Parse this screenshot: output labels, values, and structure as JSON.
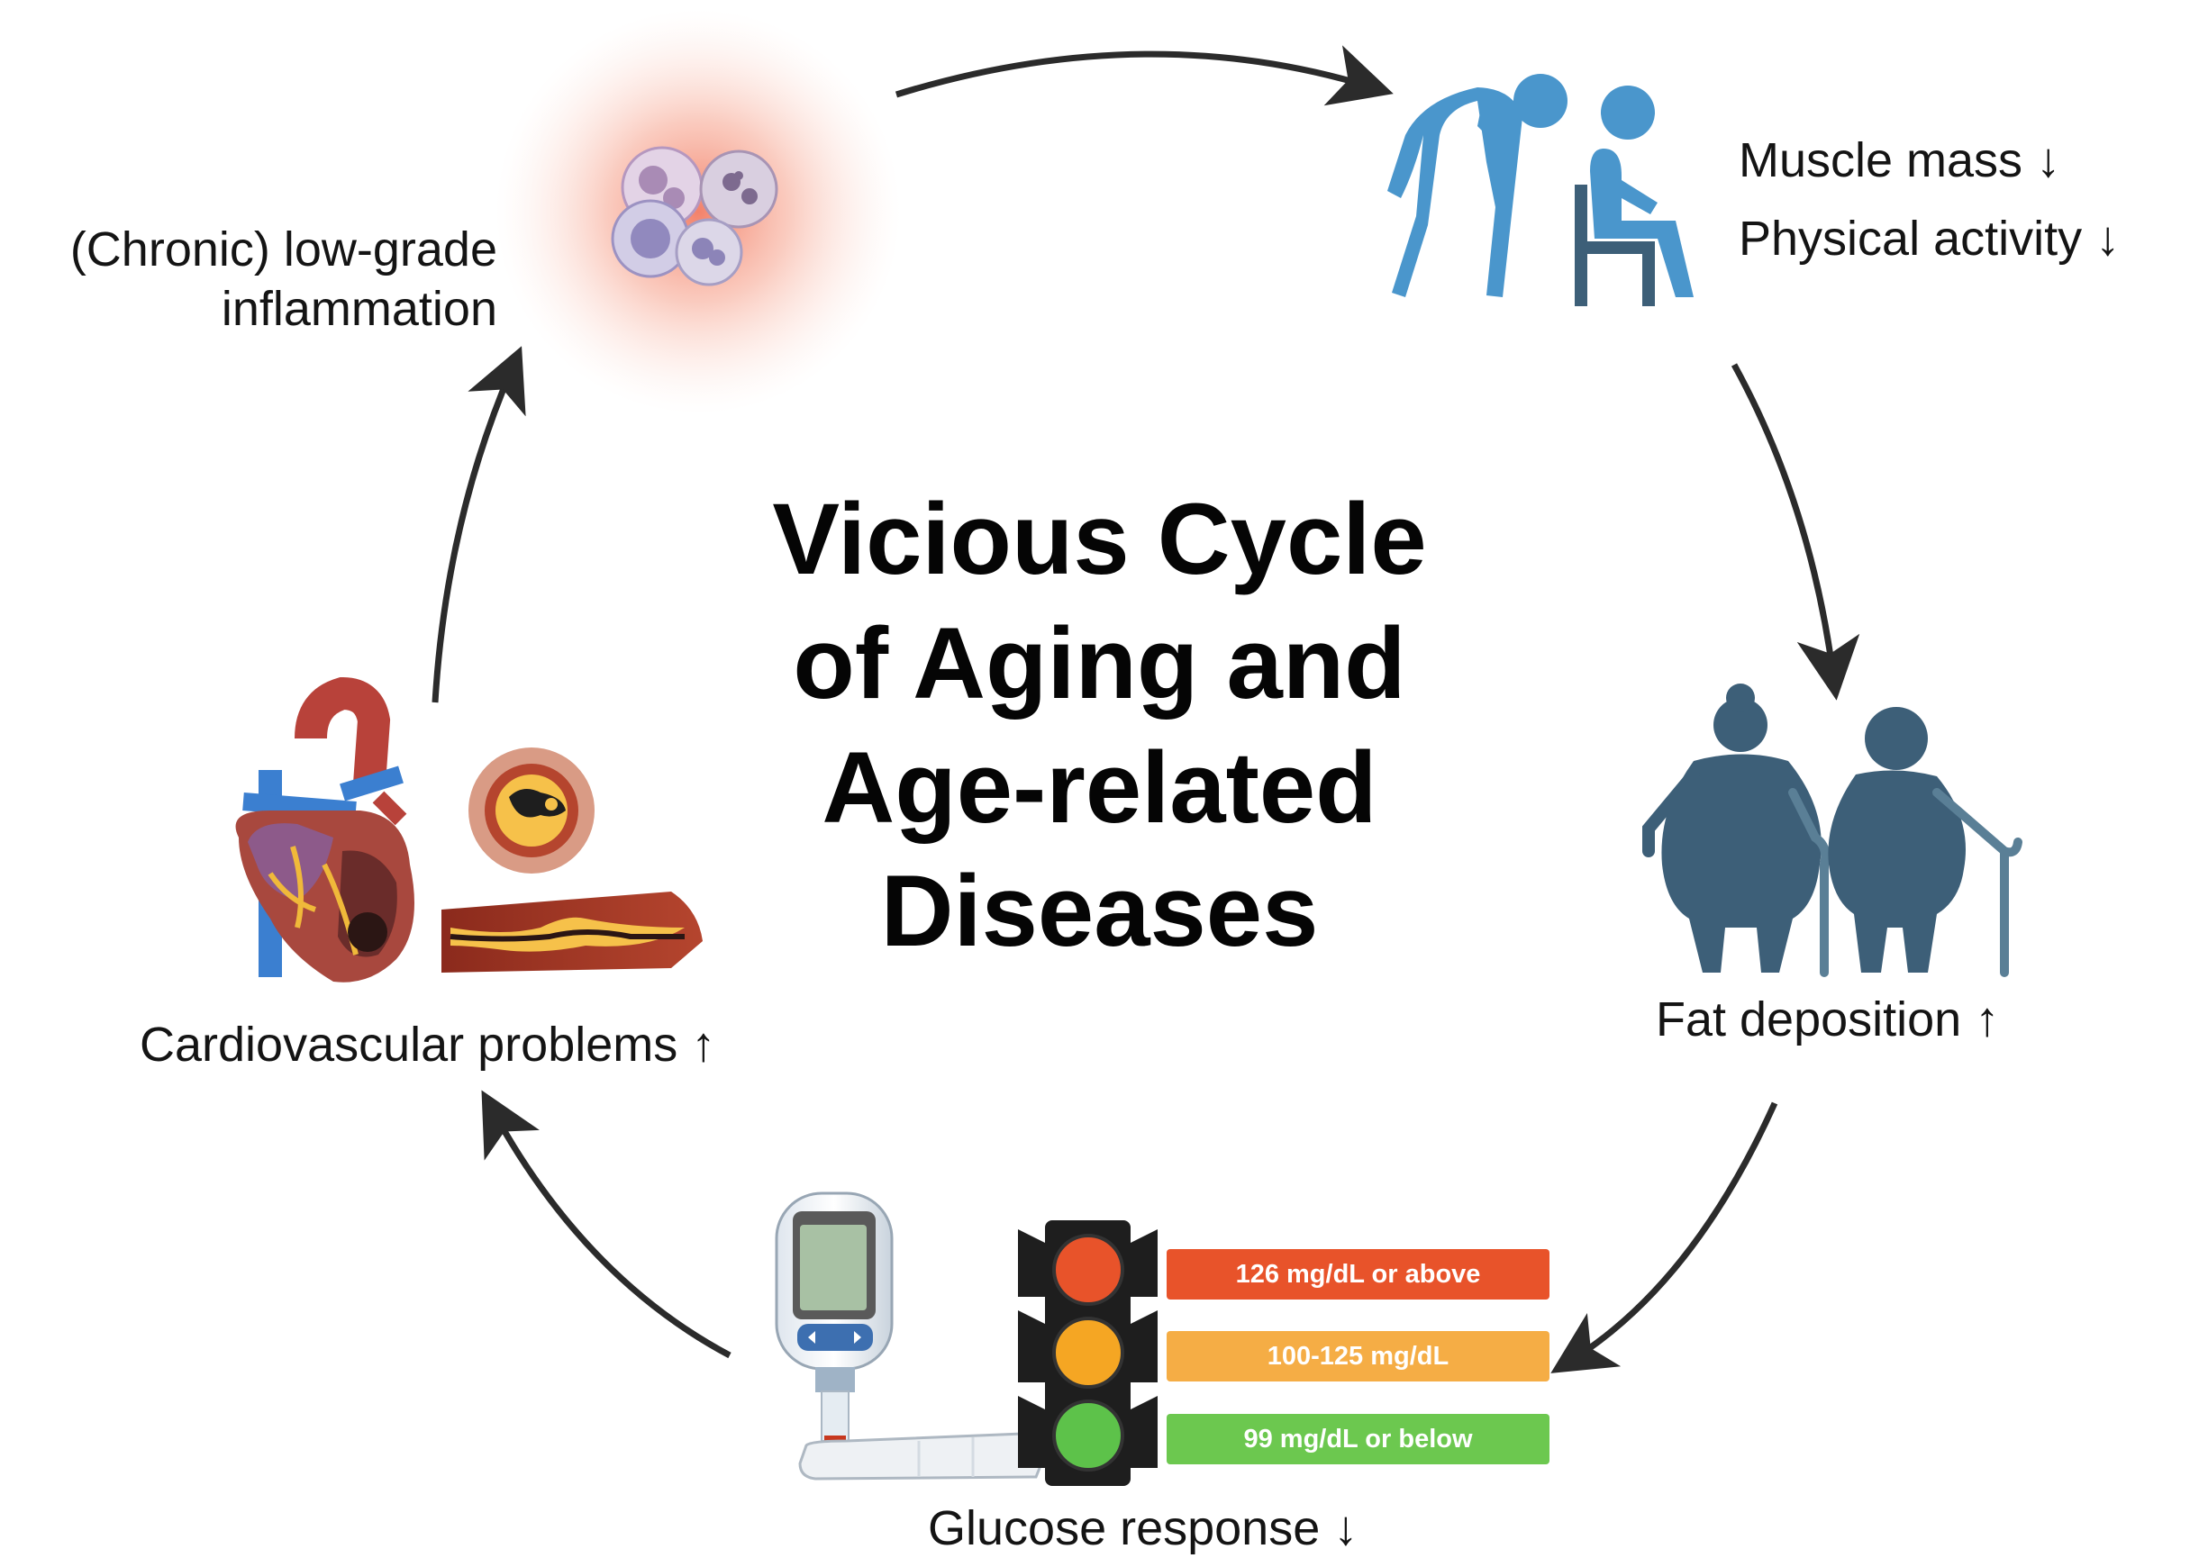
{
  "title": {
    "line1": "Vicious Cycle",
    "line2": "of Aging and",
    "line3": "Age-related",
    "line4": "Diseases"
  },
  "nodes": {
    "inflammation": {
      "line1": "(Chronic) low-grade",
      "line2": "inflammation"
    },
    "muscle": {
      "line1": "Muscle mass ↓",
      "line2": "Physical activity ↓"
    },
    "fat": {
      "label": "Fat deposition ↑"
    },
    "glucose": {
      "label": "Glucose response ↓"
    },
    "cardio": {
      "label": "Cardiovascular problems ↑"
    }
  },
  "glucose_levels": [
    {
      "label": "126 mg/dL or above",
      "color": "#e8532a"
    },
    {
      "label": "100-125 mg/dL",
      "color": "#f5ad45"
    },
    {
      "label": "99 mg/dL or below",
      "color": "#6cc84f"
    }
  ],
  "colors": {
    "arrow": "#2b2b2b",
    "person_blue": "#4a96cc",
    "person_dark": "#3d5f78",
    "traffic_red": "#e8532a",
    "traffic_orange": "#f5a623",
    "traffic_green": "#5dc24a"
  }
}
